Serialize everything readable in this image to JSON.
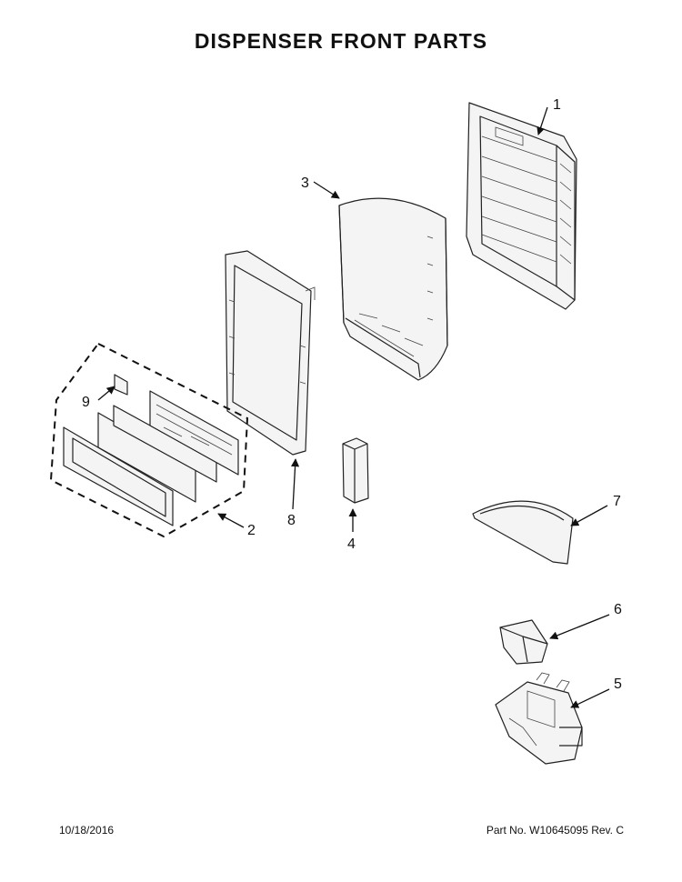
{
  "title": "DISPENSER FRONT PARTS",
  "callouts": {
    "c1": "1",
    "c2": "2",
    "c3": "3",
    "c4": "4",
    "c5": "5",
    "c6": "6",
    "c7": "7",
    "c8": "8",
    "c9": "9"
  },
  "footer": {
    "date": "10/18/2016",
    "part_number": "Part No.  W10645095  Rev.  C"
  }
}
